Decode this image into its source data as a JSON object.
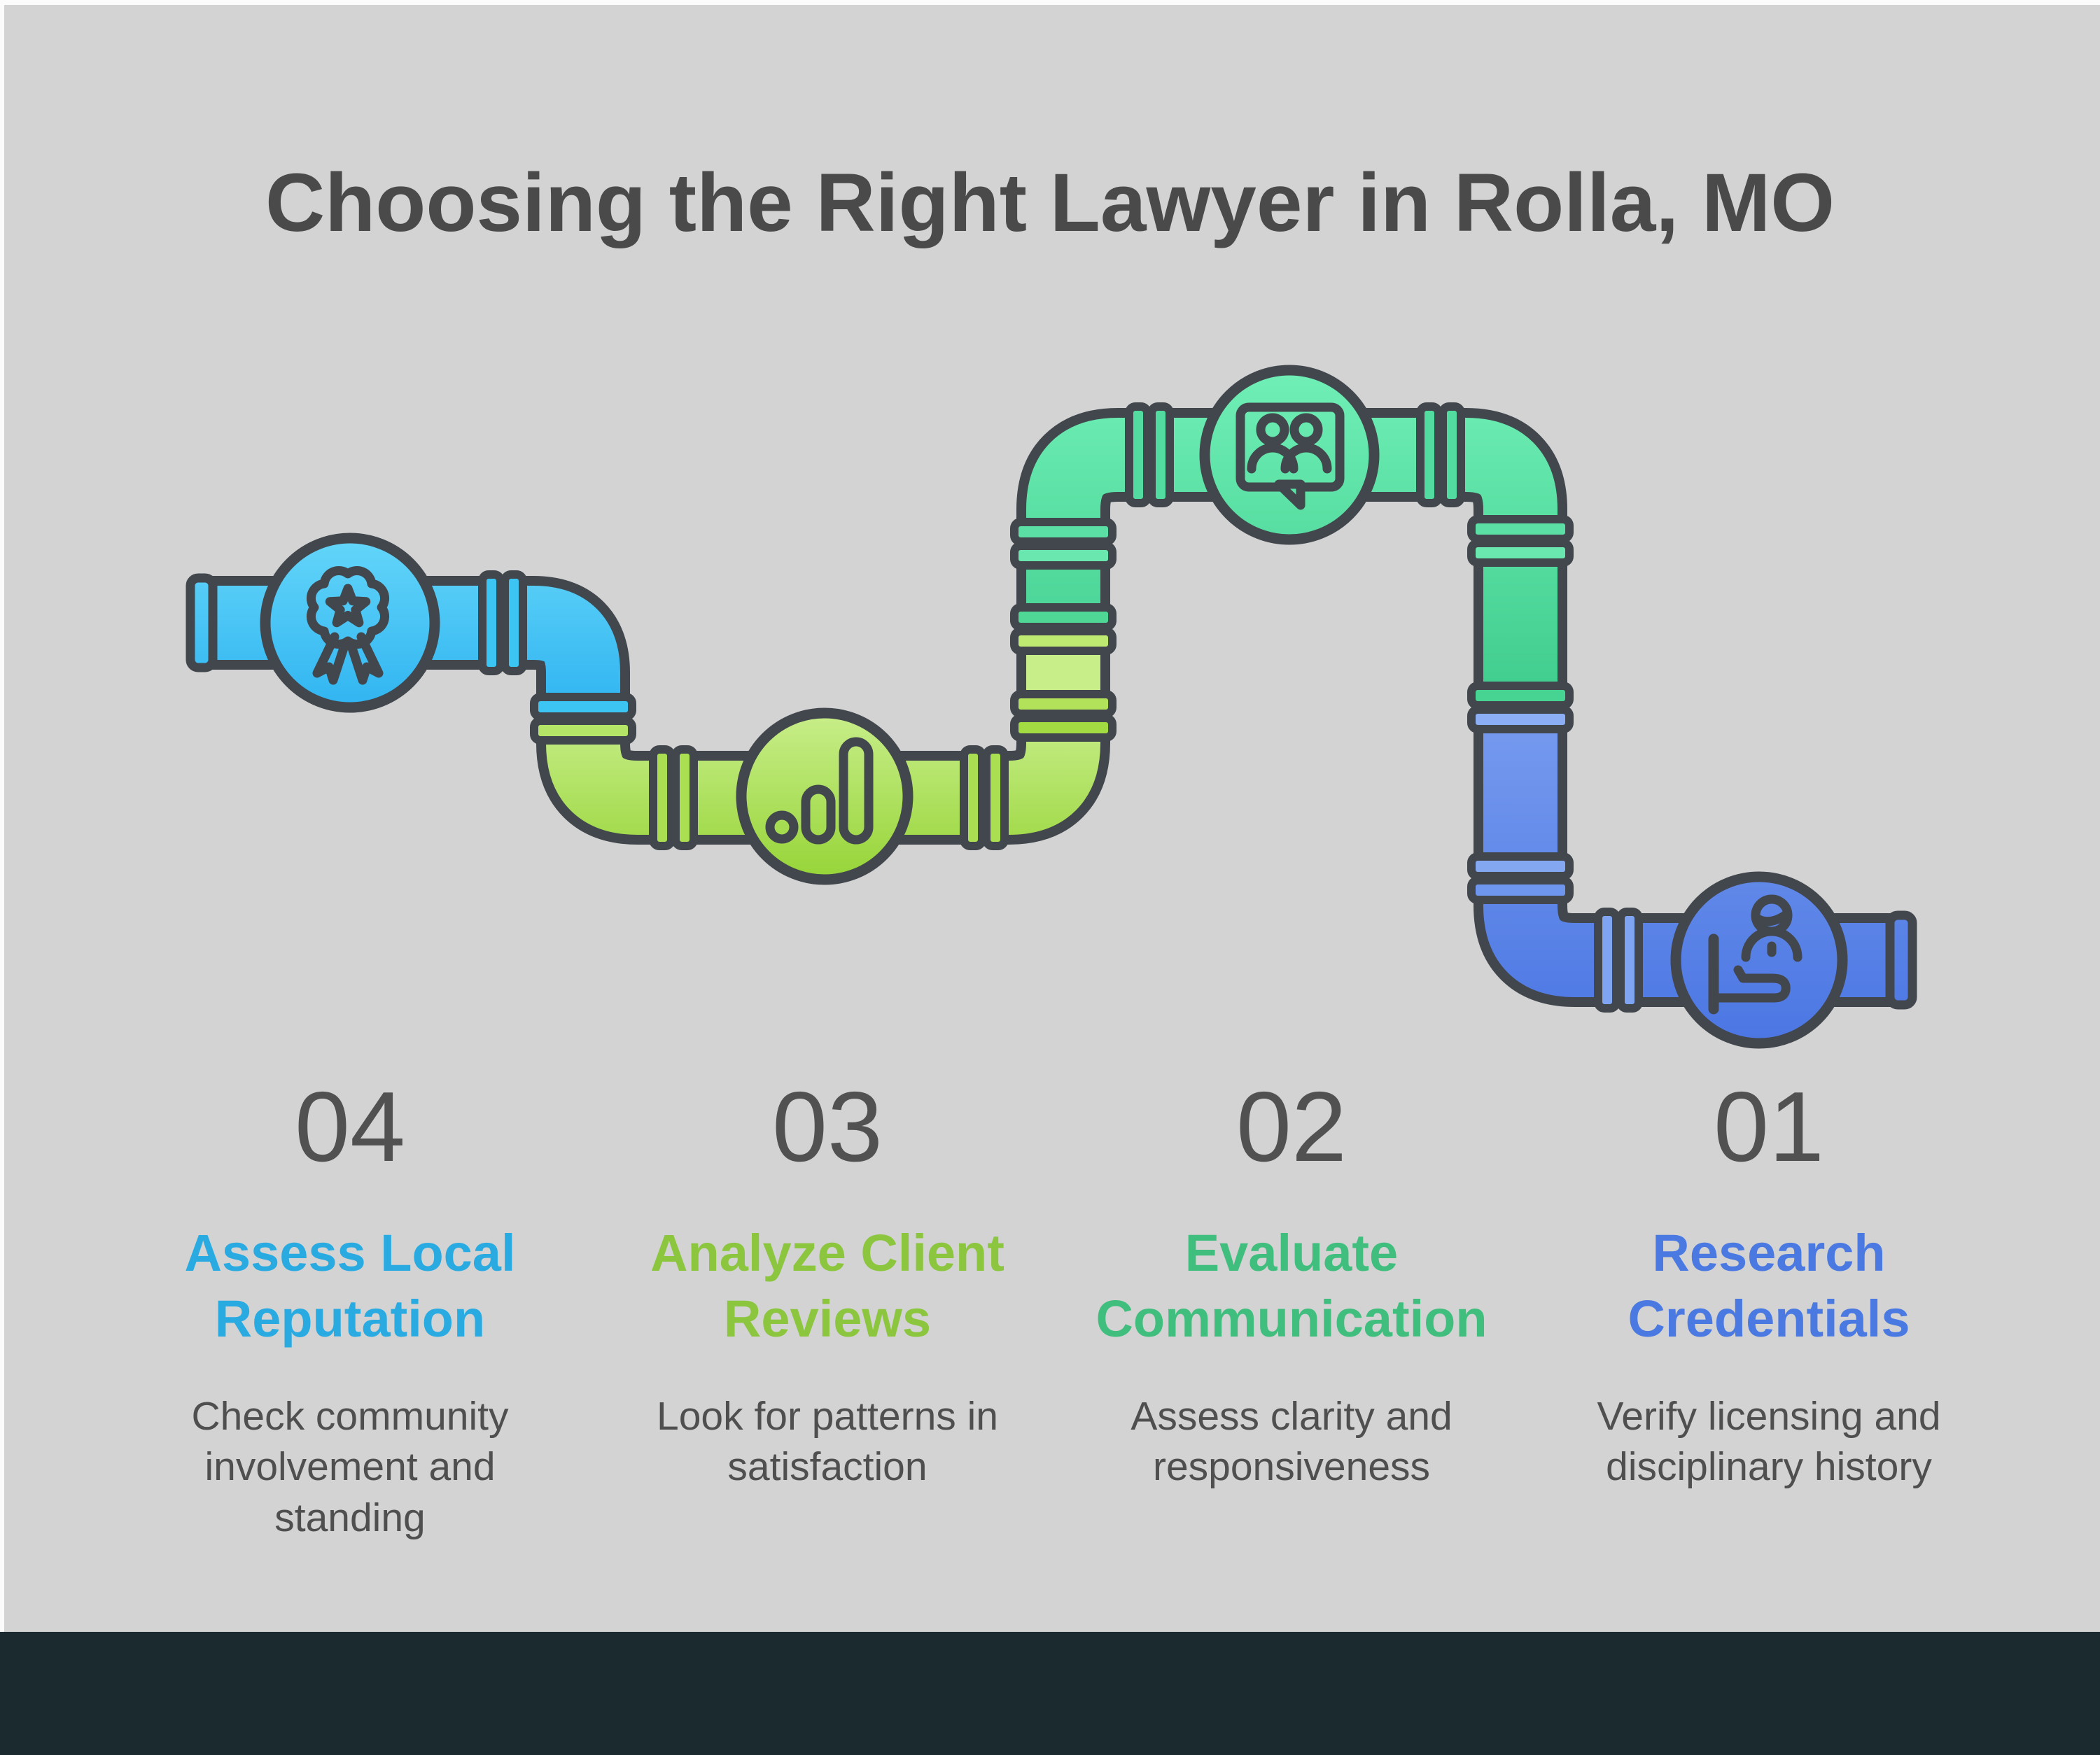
{
  "page": {
    "title": "Choosing the Right Lawyer in Rolla, MO",
    "background_color": "#D3D3D3",
    "footer_color": "#1A2A2E",
    "outline_color": "#42474D"
  },
  "pipeline": {
    "description": "winding pipe flowing through four circular step nodes",
    "segment_colors": {
      "blue": [
        "#63D5F9",
        "#26AEEF"
      ],
      "lime": [
        "#C8EE8A",
        "#96D437"
      ],
      "green": [
        "#70EFB6",
        "#39C888"
      ],
      "periwinkle": [
        "#92B2F6",
        "#4B76E3"
      ]
    }
  },
  "steps": [
    {
      "number": "04",
      "heading": "Assess Local Reputation",
      "description": "Check community involvement and standing",
      "accent": "#29ABE2",
      "icon": "award-ribbon-icon",
      "pipe_color": "blue"
    },
    {
      "number": "03",
      "heading": "Analyze Client Reviews",
      "description": "Look for patterns in satisfaction",
      "accent": "#8CC63E",
      "icon": "analytics-bars-icon",
      "pipe_color": "lime"
    },
    {
      "number": "02",
      "heading": "Evaluate Communication",
      "description": "Assess clarity and responsiveness",
      "accent": "#3FBE7D",
      "icon": "people-chat-icon",
      "pipe_color": "green"
    },
    {
      "number": "01",
      "heading": "Research Credentials",
      "description": "Verify licensing and disciplinary history",
      "accent": "#4B79E2",
      "icon": "person-service-icon",
      "pipe_color": "periwinkle"
    }
  ]
}
